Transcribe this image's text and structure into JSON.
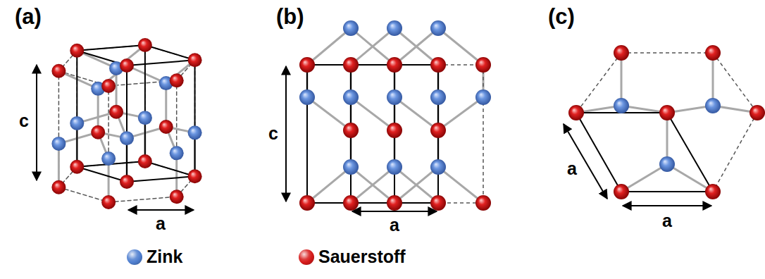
{
  "diagram": {
    "labels": [
      "(a)",
      "c",
      "a",
      "(b)",
      "c",
      "a",
      "(c)",
      "a",
      "a"
    ],
    "legend": [
      {
        "text": "Zink",
        "color": "#4f7fd0"
      },
      {
        "text": "Sauerstoff",
        "color": "#d61a1a"
      }
    ]
  }
}
